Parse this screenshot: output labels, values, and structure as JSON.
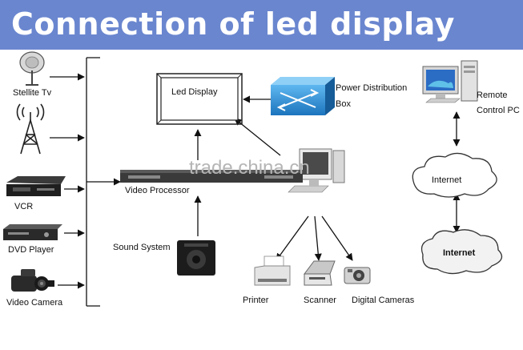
{
  "title": "Connection of led display",
  "watermark": "trade.china.cn",
  "nodes": {
    "satellite_tv": "Stellite Tv",
    "vcr": "VCR",
    "dvd_player": "DVD Player",
    "video_camera": "Video Camera",
    "led_display": "Led Display",
    "power_box_line1": "Power Distribution",
    "power_box_line2": "Box",
    "remote_line1": "Remote",
    "remote_line2": "Control PC",
    "video_processor": "Video Processor",
    "sound_system": "Sound System",
    "internet_upper": "Internet",
    "internet_lower": "Internet",
    "printer": "Printer",
    "scanner": "Scanner",
    "digital_cameras": "Digital Cameras"
  },
  "colors": {
    "banner": "#6a86cf",
    "power_box": "#2c8fd6",
    "line": "#111111"
  }
}
